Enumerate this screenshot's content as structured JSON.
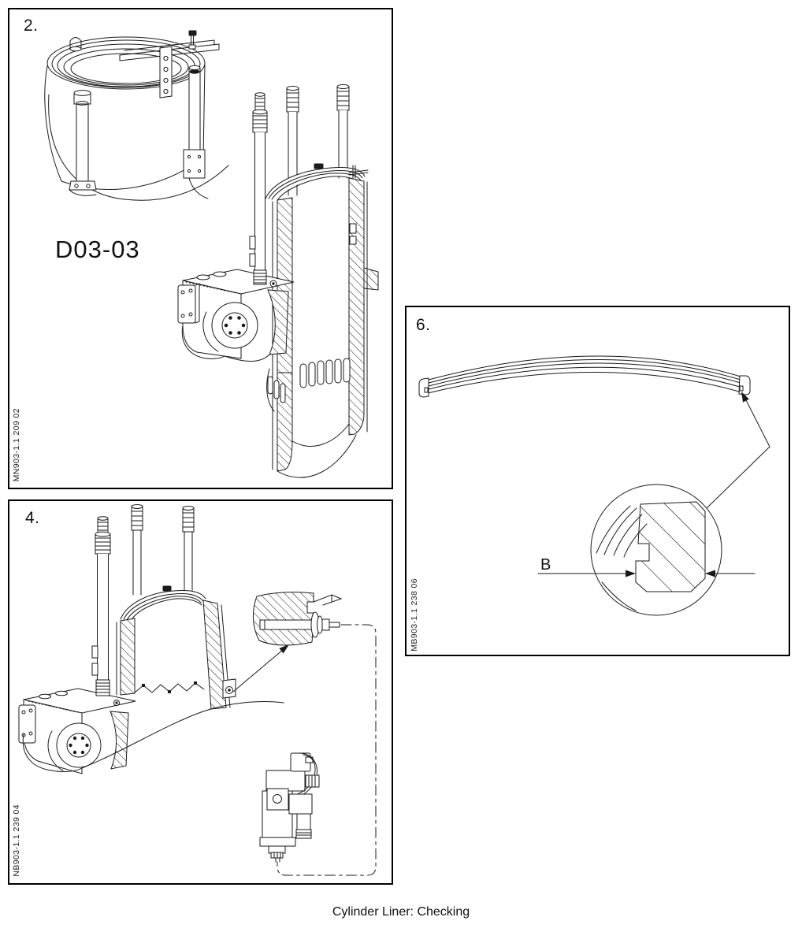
{
  "caption": "Cylinder Liner: Checking",
  "panels": {
    "fig2": {
      "number": "2.",
      "part_label": "D03-03",
      "ref": "MN903-1.1 209 02"
    },
    "fig4": {
      "number": "4.",
      "ref": "NB903-1.1 239 04"
    },
    "fig6": {
      "number": "6.",
      "dimension_label": "B",
      "ref": "MB903-1.1 238 06"
    }
  },
  "colors": {
    "line": "#1a1a1a",
    "paper": "#ffffff"
  }
}
